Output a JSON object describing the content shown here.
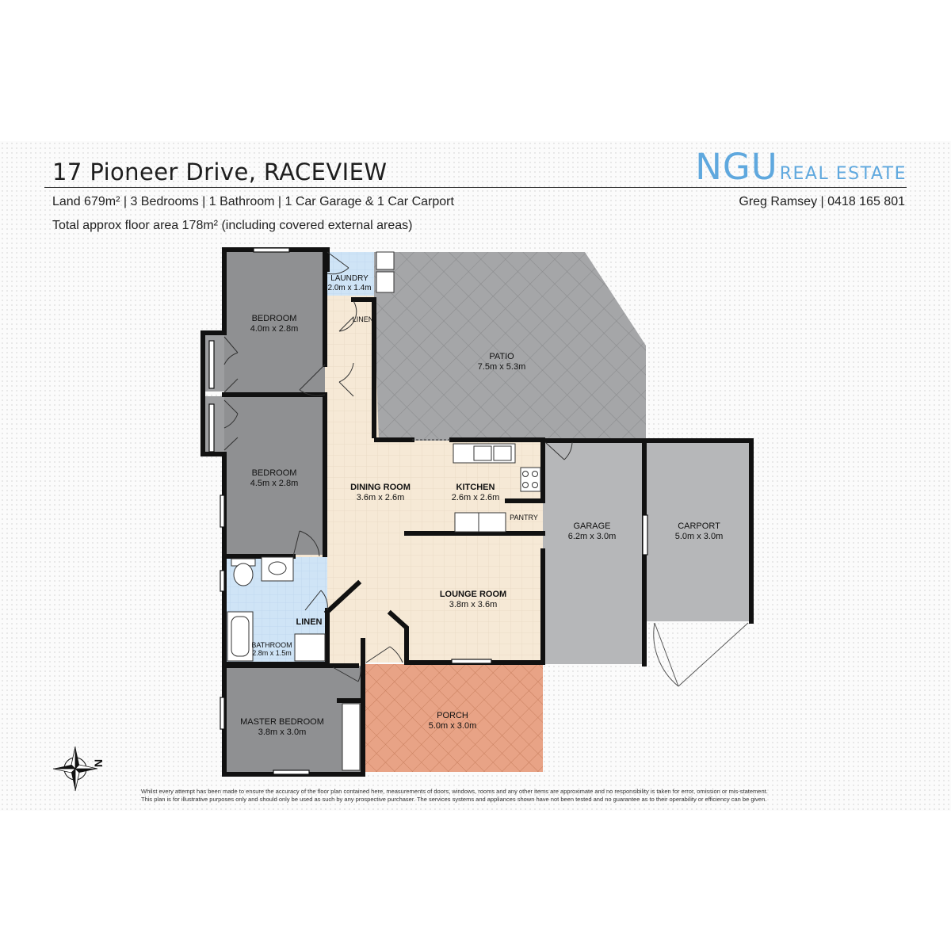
{
  "header": {
    "title": "17 Pioneer Drive, RACEVIEW",
    "summary": "Land 679m² | 3 Bedrooms | 1 Bathroom | 1 Car Garage & 1 Car Carport",
    "floor_area": "Total approx floor area 178m² (including covered external areas)"
  },
  "brand": {
    "name": "NGU",
    "suffix": "REAL ESTATE"
  },
  "agent": {
    "contact": "Greg Ramsey | 0418 165 801"
  },
  "rooms": {
    "laundry": {
      "name": "LAUNDRY",
      "size": "2.0m x 1.4m"
    },
    "linen_upper": {
      "name": "LINEN"
    },
    "bedroom1": {
      "name": "BEDROOM",
      "size": "4.0m x 2.8m"
    },
    "patio": {
      "name": "PATIO",
      "size": "7.5m x 5.3m"
    },
    "bedroom2": {
      "name": "BEDROOM",
      "size": "4.5m x 2.8m"
    },
    "dining": {
      "name": "DINING ROOM",
      "size": "3.6m x 2.6m"
    },
    "kitchen": {
      "name": "KITCHEN",
      "size": "2.6m x 2.6m"
    },
    "pantry": {
      "name": "PANTRY"
    },
    "garage": {
      "name": "GARAGE",
      "size": "6.2m x 3.0m"
    },
    "carport": {
      "name": "CARPORT",
      "size": "5.0m x 3.0m"
    },
    "lounge": {
      "name": "LOUNGE ROOM",
      "size": "3.8m x 3.6m"
    },
    "linen_lower": {
      "name": "LINEN"
    },
    "bathroom": {
      "name": "BATHROOM",
      "size": "2.8m x 1.5m"
    },
    "master": {
      "name": "MASTER BEDROOM",
      "size": "3.8m x 3.0m"
    },
    "porch": {
      "name": "PORCH",
      "size": "5.0m x 3.0m"
    }
  },
  "compass": {
    "label": "N"
  },
  "colors": {
    "bedroom_fill": "#8f9092",
    "patio_fill": "#a5a6a8",
    "garage_fill": "#b6b7b9",
    "floor_tile": "#f6e9d6",
    "porch_fill": "#e8a386",
    "wet_area": "#cfe4f6",
    "wall": "#111111",
    "brand_blue": "#5fa8de"
  },
  "disclaimer": [
    "Whilst every attempt has been made to ensure the accuracy of the floor plan contained here, measurements of doors, windows, rooms and any other items are approximate and no responsibility is taken for error, omission or mis-statement.",
    "This plan is for illustrative purposes only and should only be used as such by any prospective purchaser. The services systems and appliances shown have not been tested and no guarantee as to their operability or efficiency can be given."
  ]
}
